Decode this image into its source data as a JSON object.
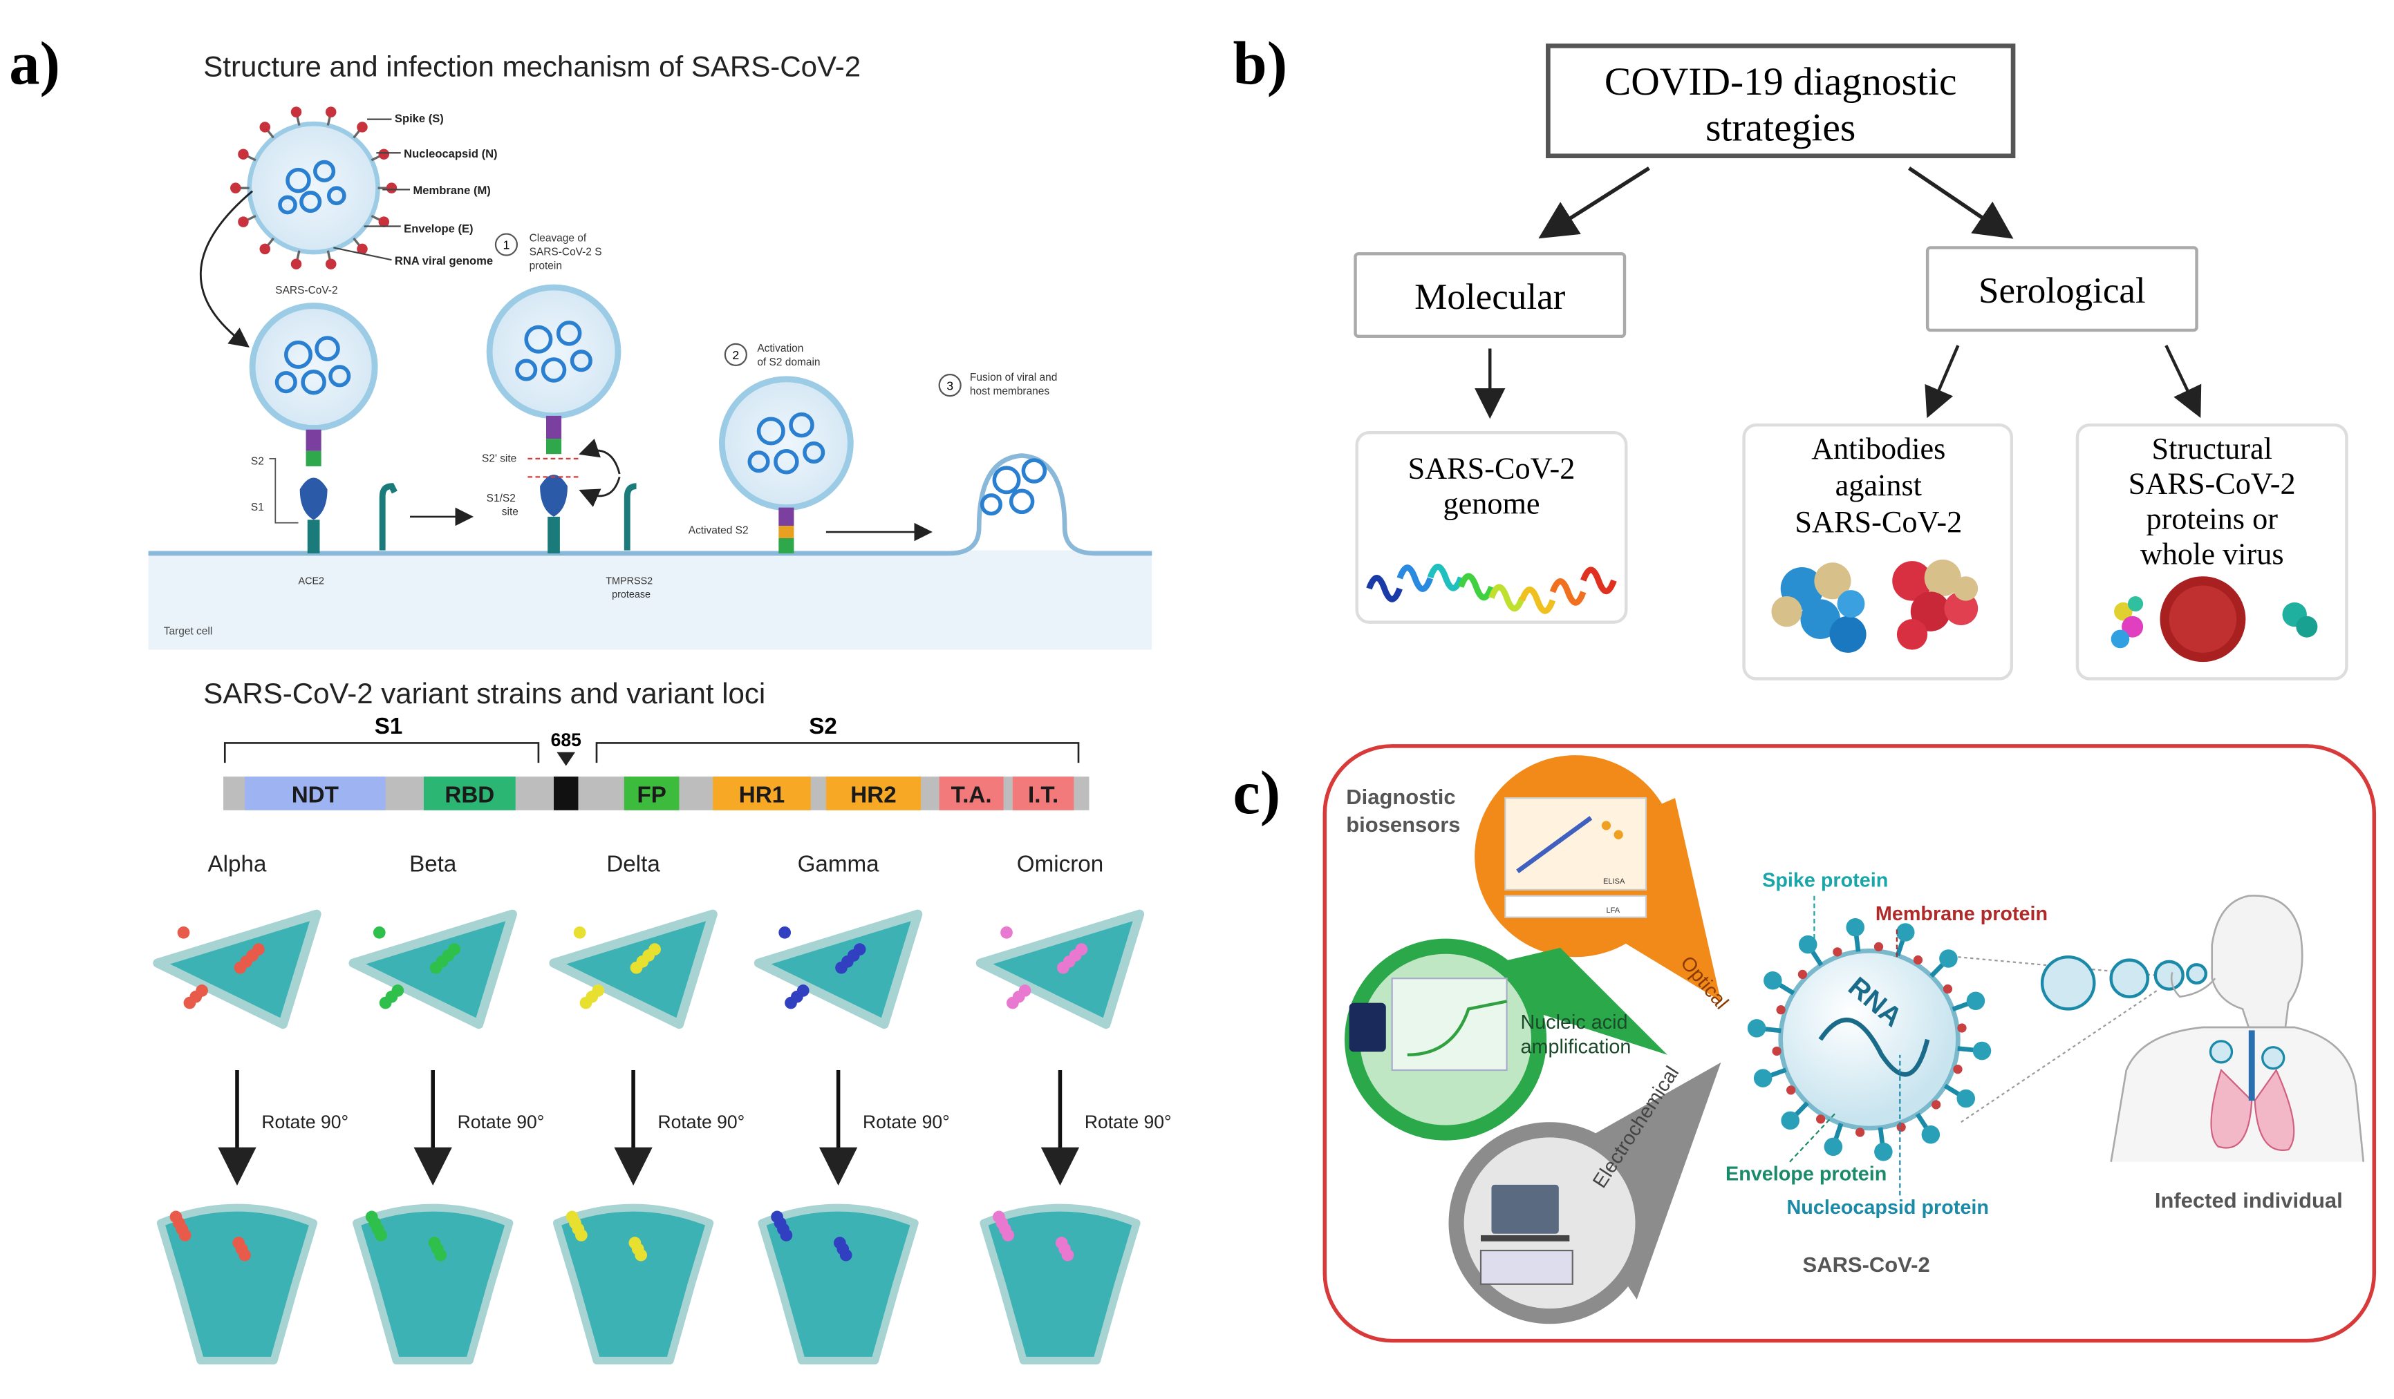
{
  "panel_a": {
    "label": "a)",
    "title_structure": "Structure and infection mechanism of SARS-CoV-2",
    "virion_labels": [
      "Spike (S)",
      "Nucleocapsid (N)",
      "Membrane (M)",
      "Envelope (E)",
      "RNA viral genome"
    ],
    "sarscov2_label": "SARS-CoV-2",
    "step1_num": "1",
    "step1_text": [
      "Cleavage of",
      "SARS-CoV-2 S",
      "protein"
    ],
    "step2_num": "2",
    "step2_text": [
      "Activation",
      "of S2 domain"
    ],
    "step3_num": "3",
    "step3_text": [
      "Fusion of viral and",
      "host membranes"
    ],
    "s2_label": "S2",
    "s1_label": "S1",
    "s2prime_label": "S2' site",
    "s1s2_label": [
      "S1/S2",
      "site"
    ],
    "ace2_label": "ACE2",
    "tmprss2_label": [
      "TMPRSS2",
      "protease"
    ],
    "activated_s2_label": "Activated S2",
    "target_cell_label": "Target cell",
    "title_variants": "SARS-CoV-2 variant strains and variant loci",
    "s1_domain": "S1",
    "s2_domain": "S2",
    "site_685": "685",
    "domains": [
      "NDT",
      "RBD",
      "FP",
      "HR1",
      "HR2",
      "T.A.",
      "I.T."
    ],
    "variants": [
      "Alpha",
      "Beta",
      "Delta",
      "Gamma",
      "Omicron"
    ],
    "rotate_label": "Rotate 90°"
  },
  "panel_b": {
    "label": "b)",
    "root": [
      "COVID-19 diagnostic",
      "strategies"
    ],
    "molecular": "Molecular",
    "serological": "Serological",
    "genome": [
      "SARS-CoV-2",
      "genome"
    ],
    "antibodies": [
      "Antibodies",
      "against",
      "SARS-CoV-2"
    ],
    "structural": [
      "Structural",
      "SARS-CoV-2",
      "proteins or",
      "whole virus"
    ]
  },
  "panel_c": {
    "label": "c)",
    "diagnostic_biosensors": [
      "Diagnostic",
      "biosensors"
    ],
    "optical": "Optical",
    "nucleic": [
      "Nucleic acid",
      "amplification"
    ],
    "electrochemical": "Electrochemical",
    "elisa": "ELISA",
    "lfa": "LFA",
    "spike_protein": "Spike protein",
    "membrane_protein": "Membrane protein",
    "envelope_protein": "Envelope protein",
    "nucleocapsid_protein": "Nucleocapsid protein",
    "sarscov2": "SARS-CoV-2",
    "rna": "RNA",
    "infected": "Infected individual"
  },
  "colors": {
    "ndt": "#9eb3f2",
    "rbd": "#2bb673",
    "fp": "#3dbb3d",
    "hr": "#f7a824",
    "ta": "#f27a7a",
    "gray_bar": "#bdbdbd",
    "teal": "#1aa5a8",
    "red_border": "#d83a3a",
    "orange": "#f28a1a",
    "green": "#2aa84a",
    "gray": "#8c8c8c",
    "variant_dots": [
      "#e85a4a",
      "#2ec04a",
      "#e8e030",
      "#3040c0",
      "#e878d0"
    ]
  }
}
